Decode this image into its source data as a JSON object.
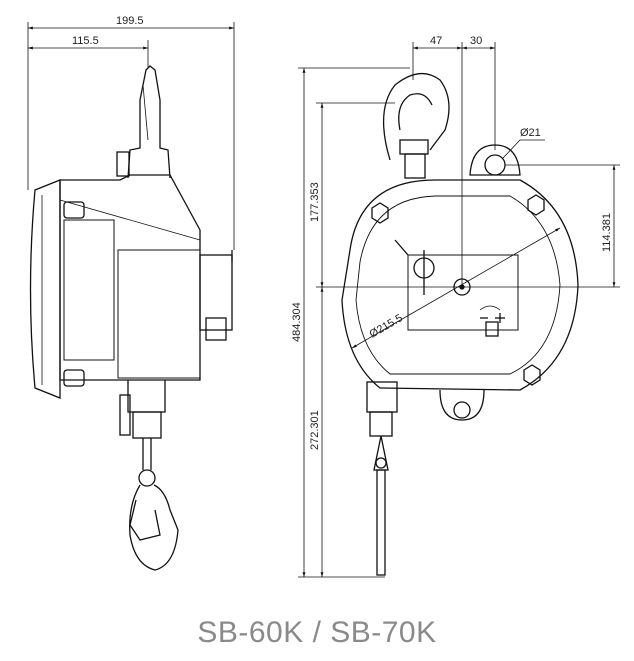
{
  "dimensions": {
    "overall_width": "199.5",
    "hook_offset": "115.5",
    "hook_left": "47",
    "hook_right": "30",
    "eye_diameter": "Ø21",
    "upper_height": "177.353",
    "eye_height": "114.381",
    "total_height": "484.304",
    "lower_height": "272.301",
    "drum_diameter": "Ø215.5"
  },
  "model_label": "SB-60K / SB-70K",
  "colors": {
    "line": "#111111",
    "caption": "#8a8a8a"
  }
}
